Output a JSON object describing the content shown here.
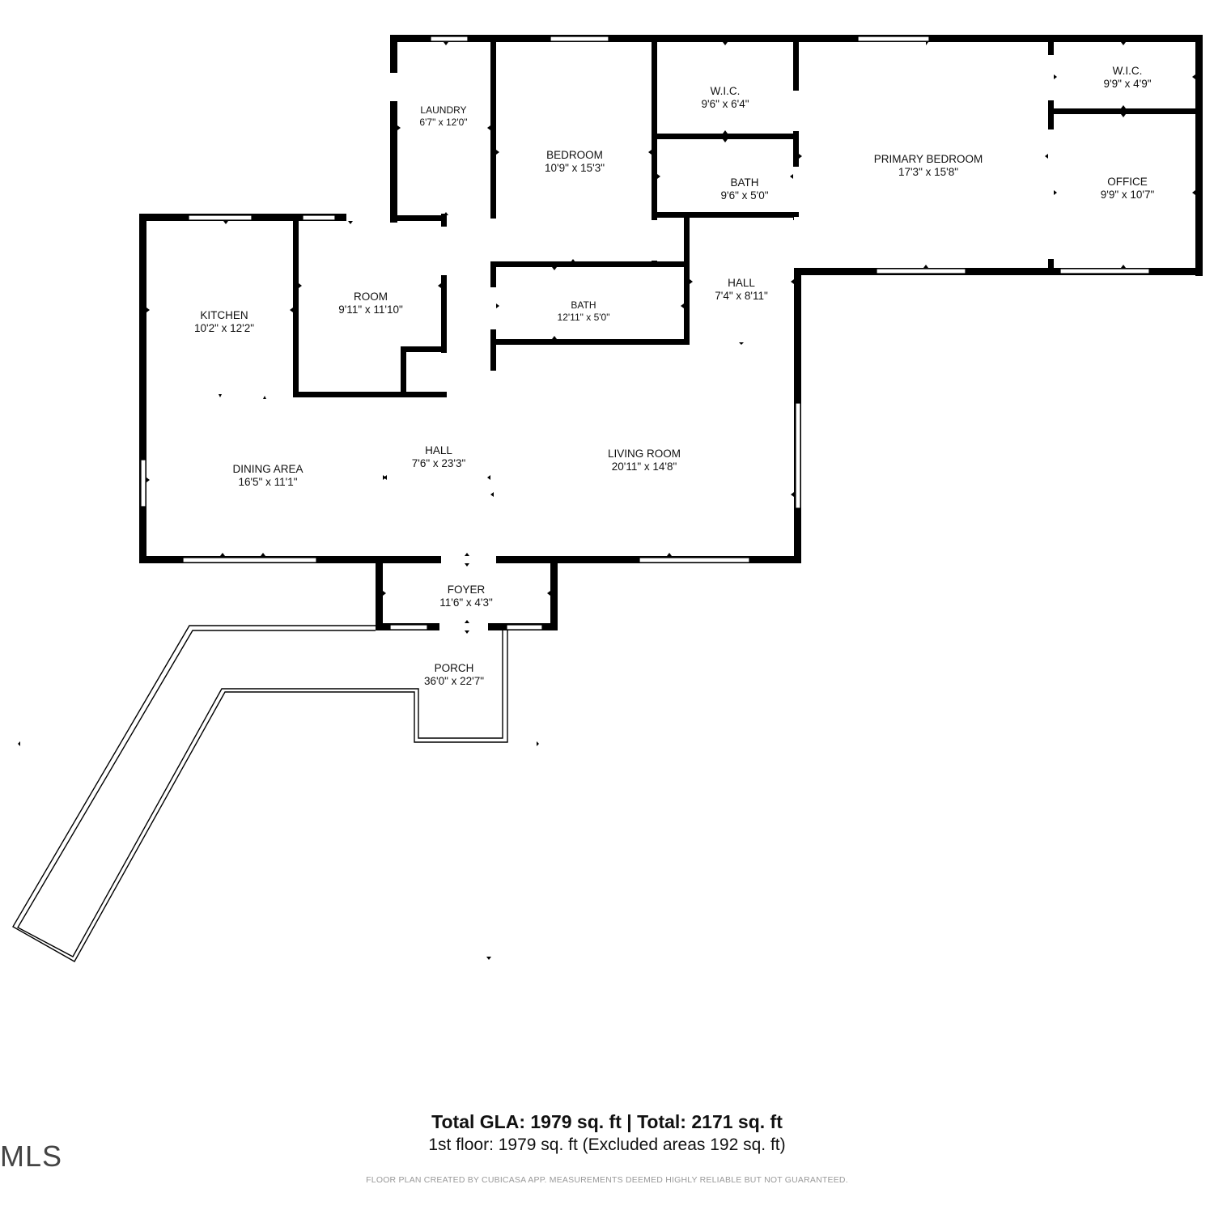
{
  "rooms": {
    "laundry": {
      "name": "LAUNDRY",
      "dims": "6'7\" x 12'0\""
    },
    "bedroom": {
      "name": "BEDROOM",
      "dims": "10'9\" x 15'3\""
    },
    "wic1": {
      "name": "W.I.C.",
      "dims": "9'6\" x 6'4\""
    },
    "bath1": {
      "name": "BATH",
      "dims": "9'6\" x 5'0\""
    },
    "primary": {
      "name": "PRIMARY BEDROOM",
      "dims": "17'3\" x 15'8\""
    },
    "wic2": {
      "name": "W.I.C.",
      "dims": "9'9\" x 4'9\""
    },
    "office": {
      "name": "OFFICE",
      "dims": "9'9\" x 10'7\""
    },
    "kitchen": {
      "name": "KITCHEN",
      "dims": "10'2\" x 12'2\""
    },
    "room": {
      "name": "ROOM",
      "dims": "9'11\" x 11'10\""
    },
    "bath2": {
      "name": "BATH",
      "dims": "12'11\" x 5'0\""
    },
    "hall1": {
      "name": "HALL",
      "dims": "7'4\" x 8'11\""
    },
    "hall2": {
      "name": "HALL",
      "dims": "7'6\" x 23'3\""
    },
    "dining": {
      "name": "DINING AREA",
      "dims": "16'5\" x 11'1\""
    },
    "living": {
      "name": "LIVING ROOM",
      "dims": "20'11\" x 14'8\""
    },
    "foyer": {
      "name": "FOYER",
      "dims": "11'6\" x 4'3\""
    },
    "porch": {
      "name": "PORCH",
      "dims": "36'0\" x 22'7\""
    }
  },
  "summary": {
    "total_line": "Total GLA: 1979 sq. ft | Total: 2171 sq. ft",
    "floor_line": "1st floor: 1979 sq. ft (Excluded areas 192 sq. ft)",
    "disclaimer": "FLOOR PLAN CREATED BY CUBICASA APP. MEASUREMENTS DEEMED HIGHLY RELIABLE BUT NOT GUARANTEED."
  },
  "logo": {
    "text": "MLS"
  }
}
